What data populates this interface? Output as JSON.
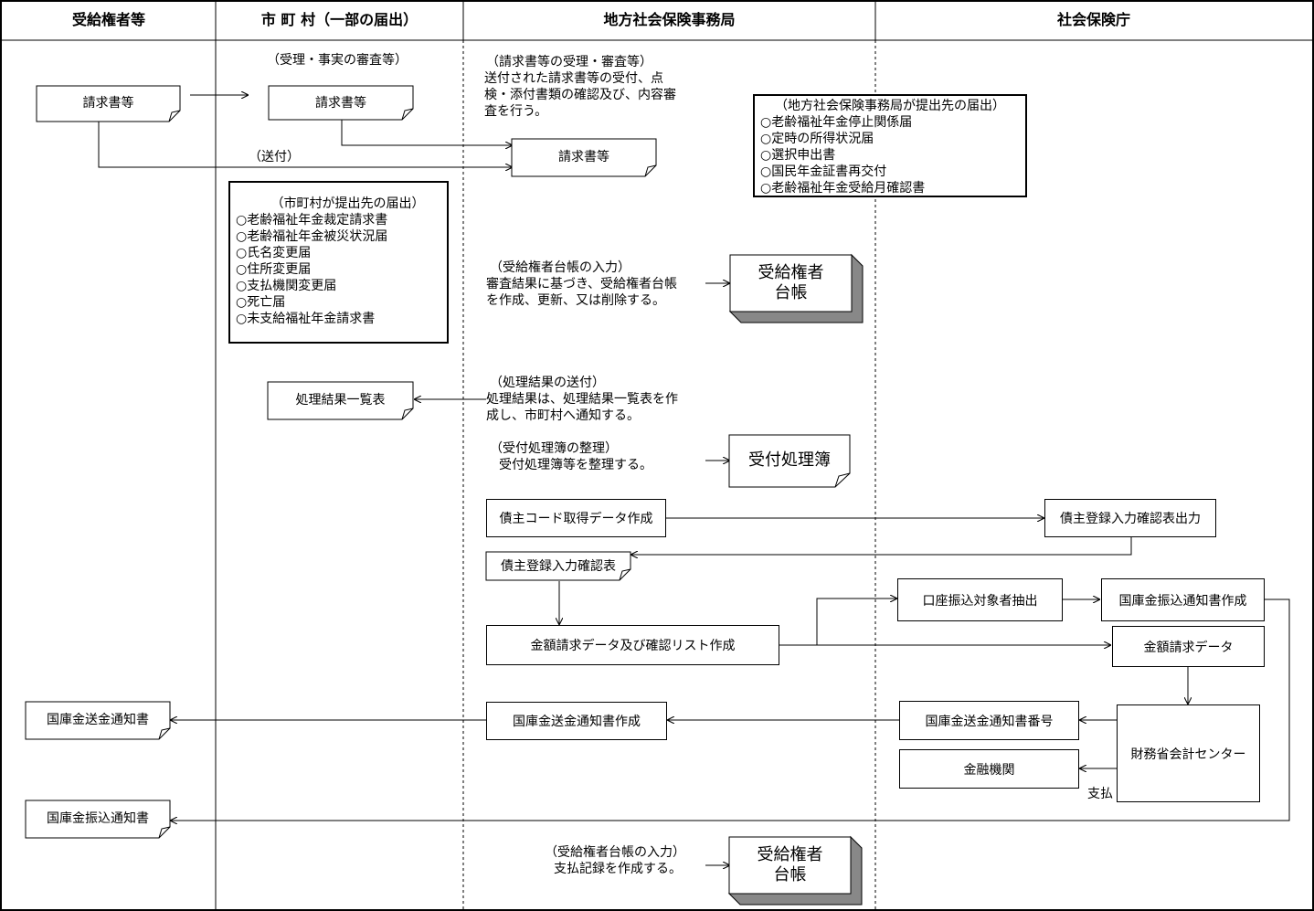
{
  "headers": {
    "recipient": "受給権者等",
    "municipality": "市 町 村（一部の届出）",
    "regional_office": "地方社会保険事務局",
    "agency": "社会保険庁"
  },
  "notes": {
    "muni_review": "（受理・事実の審査等）",
    "sent": "（送付）",
    "review_title": "（請求書等の受理・審査等）",
    "review_body": "送付された請求書等の受付、点\n検・添付書類の確認及び、内容審\n査を行う。",
    "ledger_input_title": "（受給権者台帳の入力）",
    "ledger_input_body": "審査結果に基づき、受給権者台帳\nを作成、更新、又は削除する。",
    "result_send_title": "（処理結果の送付）",
    "result_send_body": "処理結果は、処理結果一覧表を作\n成し、市町村へ通知する。",
    "receipt_book_title": "（受付処理簿の整理）",
    "receipt_book_body": "受付処理簿等を整理する。",
    "payment_input_title": "（受給権者台帳の入力）",
    "payment_input_body": "支払記録を作成する。",
    "payment": "支払"
  },
  "boxes": {
    "claim_recipient": "請求書等",
    "claim_muni": "請求書等",
    "claim_office": "請求書等",
    "ledger1": "受給権者\n台帳",
    "result_list": "処理結果一覧表",
    "receipt_book": "受付処理簿",
    "creditor_code": "債主コード取得データ作成",
    "creditor_confirm_out": "債主登録入力確認表出力",
    "creditor_confirm": "債主登録入力確認表",
    "amount_request_create": "金額請求データ及び確認リスト作成",
    "account_extract": "口座振込対象者抽出",
    "transfer_notice_create_agency": "国庫金振込通知書作成",
    "amount_request_data": "金額請求データ",
    "remit_notice_create": "国庫金送金通知書作成",
    "remit_notice_number": "国庫金送金通知書番号",
    "accounting_center": "財務省会計センター",
    "financial_institution": "金融機関",
    "remit_notice": "国庫金送金通知書",
    "transfer_notice": "国庫金振込通知書",
    "ledger2": "受給権者\n台帳"
  },
  "muni_forms": {
    "title": "（市町村が提出先の届出）",
    "items": [
      "○老齢福祉年金裁定請求書",
      "○老齢福祉年金被災状況届",
      "○氏名変更届",
      "○住所変更届",
      "○支払機関変更届",
      "○死亡届",
      "○未支給福祉年金請求書"
    ]
  },
  "office_forms": {
    "title": "（地方社会保険事務局が提出先の届出）",
    "items": [
      "○老齢福祉年金停止関係届",
      "○定時の所得状況届",
      "○選択申出書",
      "○国民年金証書再交付",
      "○老齢福祉年金受給月確認書"
    ]
  }
}
